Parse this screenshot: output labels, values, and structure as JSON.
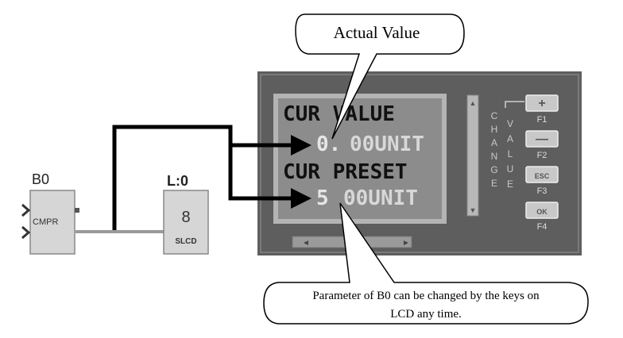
{
  "callouts": {
    "top": "Actual Value",
    "bottom_line1": "Parameter of B0 can be changed by the keys on",
    "bottom_line2": "LCD any time."
  },
  "compare_block": {
    "id": "B0",
    "text": "CMPR"
  },
  "lcd_block": {
    "id": "L:0",
    "number": "8",
    "text": "SLCD"
  },
  "lcd_screen": {
    "line1": "CUR VALUE",
    "line2_prefix": "0.",
    "line2_rest": "00UNIT",
    "line3": "CUR PRESET",
    "line4_prefix": "5",
    "line4_rest": "00UNIT"
  },
  "side_label": {
    "col1": [
      "C",
      "H",
      "A",
      "N",
      "G",
      "E"
    ],
    "col2": [
      "V",
      "A",
      "L",
      "U",
      "E"
    ]
  },
  "keys": [
    {
      "symbol": "+",
      "label": "F1"
    },
    {
      "symbol": "—",
      "label": "F2"
    },
    {
      "symbol": "ESC",
      "label": "F3"
    },
    {
      "symbol": "OK",
      "label": "F4"
    }
  ],
  "scroll": {
    "left": "◄",
    "right": "►"
  },
  "colors": {
    "panel": "#6b6b6b",
    "screen": "#8a8a8a",
    "frame": "#a0a0a0",
    "key": "#c8c8c8"
  }
}
